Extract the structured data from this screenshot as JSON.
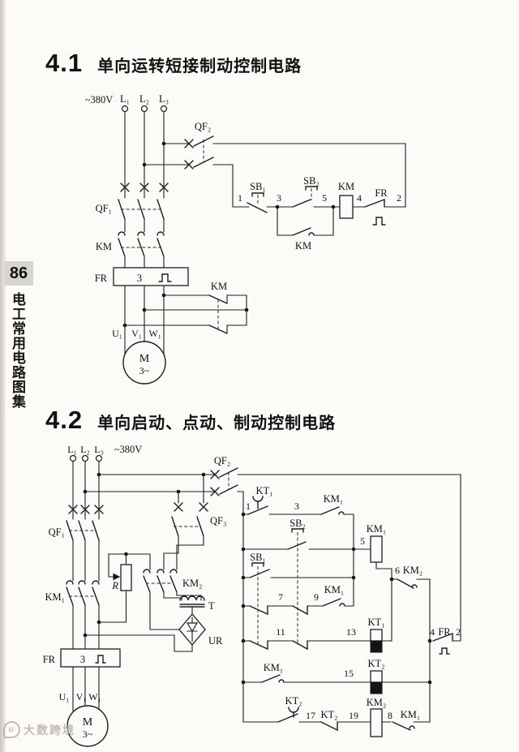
{
  "sidebar": {
    "page_number": "86",
    "book_title": "电工常用电路图集"
  },
  "watermark": {
    "logo": "ʊ",
    "text": "大数跨境"
  },
  "section41": {
    "num": "4.1",
    "title": "单向运转短接制动控制电路",
    "labels": {
      "v380": "~380V",
      "l1": "L₁",
      "l2": "L₂",
      "l3": "L₃",
      "qf2": "QF₂",
      "qf1": "QF₁",
      "km_main": "KM",
      "fr_main": "FR",
      "fr_box_num": "3",
      "km_brake": "KM",
      "u1": "U₁",
      "v1": "V₁",
      "w1": "W₁",
      "motor_m": "M",
      "motor_3ph": "3~",
      "n1": "1",
      "sb1": "SB₁",
      "n3": "3",
      "sb2": "SB₂",
      "n5": "5",
      "km_coil": "KM",
      "n4": "4",
      "fr_ctl": "FR",
      "n2": "2",
      "km_hold": "KM"
    }
  },
  "section42": {
    "num": "4.2",
    "title": "单向启动、点动、制动控制电路",
    "labels": {
      "l1": "L₁",
      "l2": "L₂",
      "l3": "L₃",
      "v380": "~380V",
      "qf1": "QF₁",
      "qf2": "QF₂",
      "qf3": "QF₃",
      "km1_main": "KM₁",
      "km2_main": "KM₂",
      "r": "R",
      "t": "T",
      "ur": "UR",
      "fr_main": "FR",
      "fr_box_num": "3",
      "u1": "U₁",
      "v1": "V₁",
      "w1": "W₁",
      "motor_m": "M",
      "motor_3ph": "3~",
      "kt1": "KT₁",
      "n1": "1",
      "n3": "3",
      "km1_a": "KM₁",
      "sb2": "SB₂",
      "n5": "5",
      "km1_coil": "KM₁",
      "n6": "6",
      "km2_a": "KM₂",
      "sb1": "SB₁",
      "n7": "7",
      "n9": "9",
      "km1_b": "KM₁",
      "n11": "11",
      "n13": "13",
      "kt1_coil": "KT₁",
      "n4": "4",
      "fr_ctl": "FR",
      "n2": "2",
      "km1_c": "KM₁",
      "n15": "15",
      "kt2_coil": "KT₂",
      "kt2_a": "KT₂",
      "n17": "17",
      "kt2_b": "KT₂",
      "n19": "19",
      "km2_coil": "KM₂",
      "n8": "8",
      "km1_d": "KM₁"
    }
  }
}
